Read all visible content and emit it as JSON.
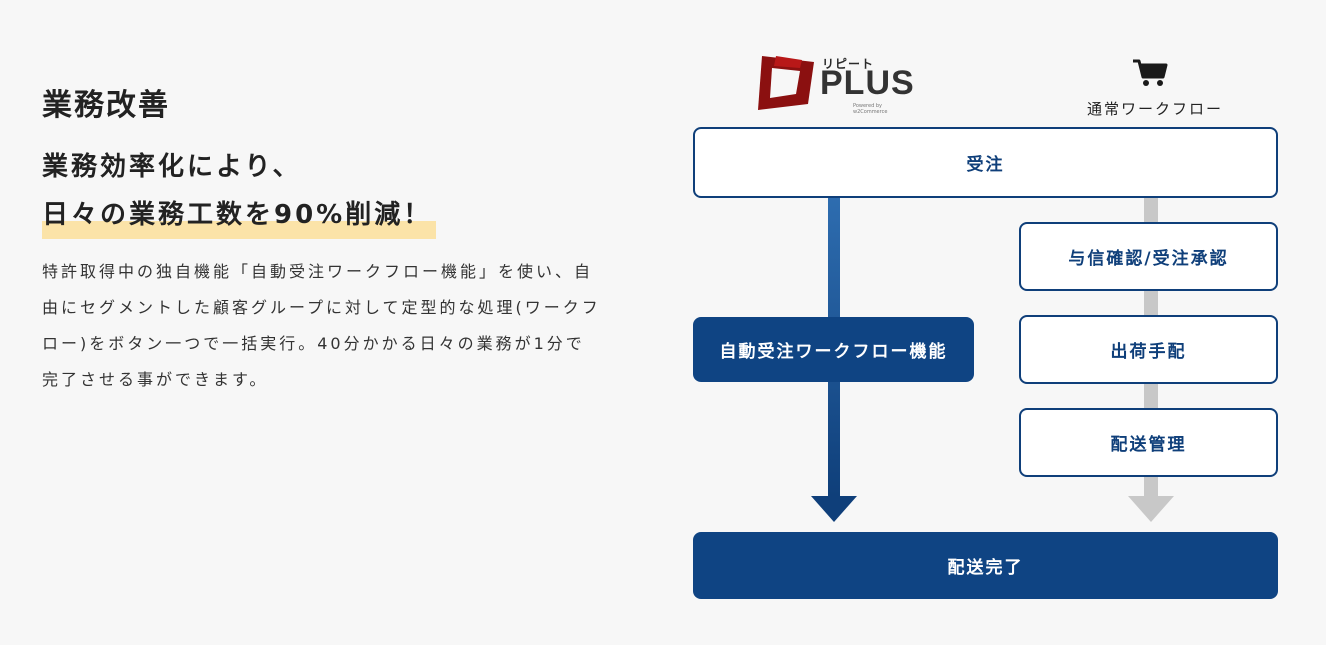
{
  "section": {
    "title": "業務改善"
  },
  "headline": {
    "line1": "業務効率化により、",
    "line2": "日々の業務工数を90%削減！"
  },
  "body": {
    "text": "特許取得中の独自機能「自動受注ワークフロー機能」を使い、自由にセグメントした顧客グループに対して定型的な処理(ワークフロー)をボタン一つで一括実行。40分かかる日々の業務が1分で完了させる事ができます。"
  },
  "logo": {
    "sub": "リピート",
    "main": "PLUS",
    "tag": "Powered by w2Commerce",
    "brand_color": "#8b1010"
  },
  "diagram": {
    "normal_label": "通常ワークフロー",
    "normal_icon": "cart-icon",
    "start": "受注",
    "auto": "自動受注ワークフロー機能",
    "steps": [
      "与信確認/受注承認",
      "出荷手配",
      "配送管理"
    ],
    "end": "配送完了",
    "colors": {
      "navy": "#0f4483",
      "gray_arrow": "#c8c8c8"
    }
  }
}
